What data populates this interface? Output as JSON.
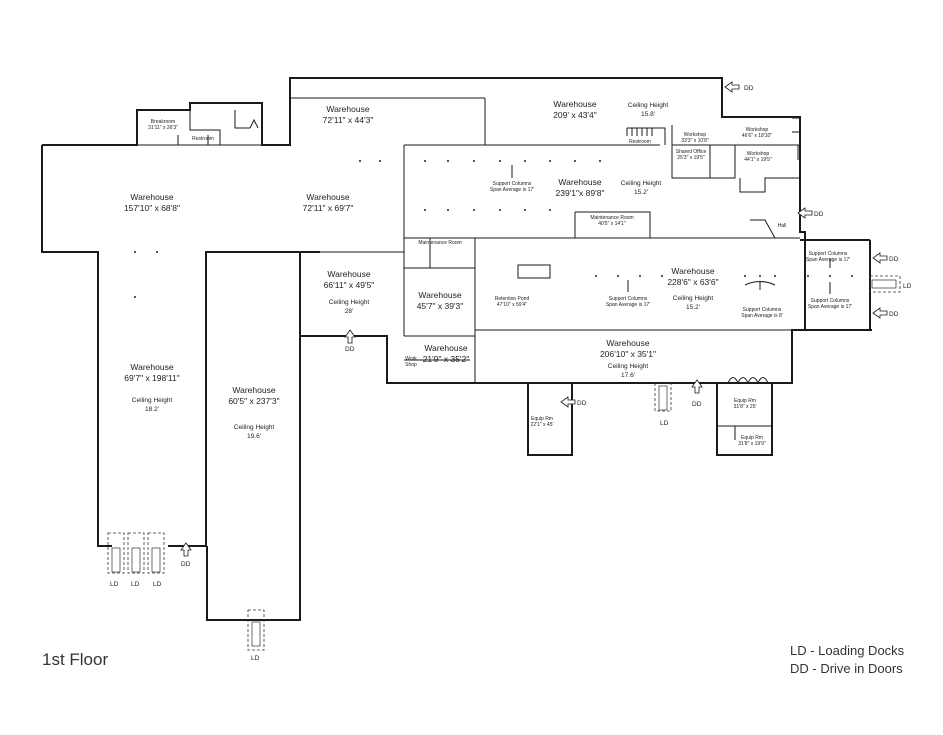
{
  "floor_title": "1st Floor",
  "legend": {
    "ld": "LD -  Loading Docks",
    "dd": "DD - Drive in Doors"
  },
  "rooms": {
    "warehouse_72_443": {
      "name": "Warehouse",
      "size": "72'11\" x 44'3\""
    },
    "warehouse_209": {
      "name": "Warehouse",
      "size": "209' x 43'4\"",
      "ceiling_label": "Ceiling Height",
      "ceiling_value": "15.8'"
    },
    "breakroom": {
      "name": "Breakroom",
      "size": "31'11\" x 26'3\""
    },
    "restroom_left": {
      "name": "Restroom"
    },
    "restroom_right": {
      "name": "Restroom"
    },
    "warehouse_157": {
      "name": "Warehouse",
      "size": "157'10\" x 68'8\""
    },
    "warehouse_72_697": {
      "name": "Warehouse",
      "size": "72'11\" x 69'7\""
    },
    "warehouse_239": {
      "name": "Warehouse",
      "size": "239'1\"x 89'8\"",
      "ceiling_label": "Ceiling Height",
      "ceiling_value": "15.2'"
    },
    "support_cols_a": {
      "line1": "Support Columns",
      "line2": "Span Average is 17'"
    },
    "workshop_46": {
      "name": "Workshop",
      "size": "46'6\" x 18'10\""
    },
    "workshop_33": {
      "name": "Workshop",
      "size": "33'3\" x 10'8\""
    },
    "shared_office": {
      "name": "Shared Office",
      "size": "25'3\" x 19'5\""
    },
    "workshop_44": {
      "name": "Workshop",
      "size": "44'1\" x 19'5\""
    },
    "maintenance_room_a": {
      "name": "Maintenance Room",
      "size": "40'5\" x 14'1\""
    },
    "maintenance_room_b": {
      "name": "Maintenance Room"
    },
    "hall": {
      "name": "Hall"
    },
    "warehouse_66": {
      "name": "Warehouse",
      "size": "66'11\" x 49'5\"",
      "ceiling_label": "Ceiling Height",
      "ceiling_value": "28'"
    },
    "warehouse_45": {
      "name": "Warehouse",
      "size": "45'7\" x 39'3\""
    },
    "retention_pond": {
      "name": "Retention Pond",
      "size": "47'10\" x 59'4\""
    },
    "warehouse_228": {
      "name": "Warehouse",
      "size": "228'6\" x 63'6\"",
      "ceiling_label": "Ceiling Height",
      "ceiling_value": "15.2'"
    },
    "support_cols_b": {
      "line1": "Support Columns",
      "line2": "Span Average is 17'"
    },
    "support_cols_c": {
      "line1": "Support Columns",
      "line2": "Span Average is 8'"
    },
    "support_cols_d": {
      "line1": "Support Columns",
      "line2": "Span Average is 17'"
    },
    "support_cols_e": {
      "line1": "Support Columns",
      "line2": "Span Average is 17'"
    },
    "warehouse_69": {
      "name": "Warehouse",
      "size": "69'7\" x 198'11\"",
      "ceiling_label": "Ceiling Height",
      "ceiling_value": "18.2'"
    },
    "warehouse_60": {
      "name": "Warehouse",
      "size": "60'5\" x 237'3\"",
      "ceiling_label": "Ceiling Height",
      "ceiling_value": "19.6'"
    },
    "work_shop": {
      "line1": "Work",
      "line2": "Shop"
    },
    "warehouse_21": {
      "name": "Warehouse",
      "size": "21'9\" x 35'2\""
    },
    "warehouse_206": {
      "name": "Warehouse",
      "size": "206'10\" x 35'1\"",
      "ceiling_label": "Ceiling Height",
      "ceiling_value": "17.6'"
    },
    "equip_rm_a": {
      "name": "Equip Rm",
      "size": "22'1\" x 45'"
    },
    "equip_rm_b": {
      "name": "Equip Rm",
      "size": "31'8\" x 25'"
    },
    "equip_rm_c": {
      "name": "Equip Rm",
      "size": "31'8\" x 19'9\""
    }
  },
  "markers": {
    "dd": "DD",
    "ld": "LD"
  }
}
